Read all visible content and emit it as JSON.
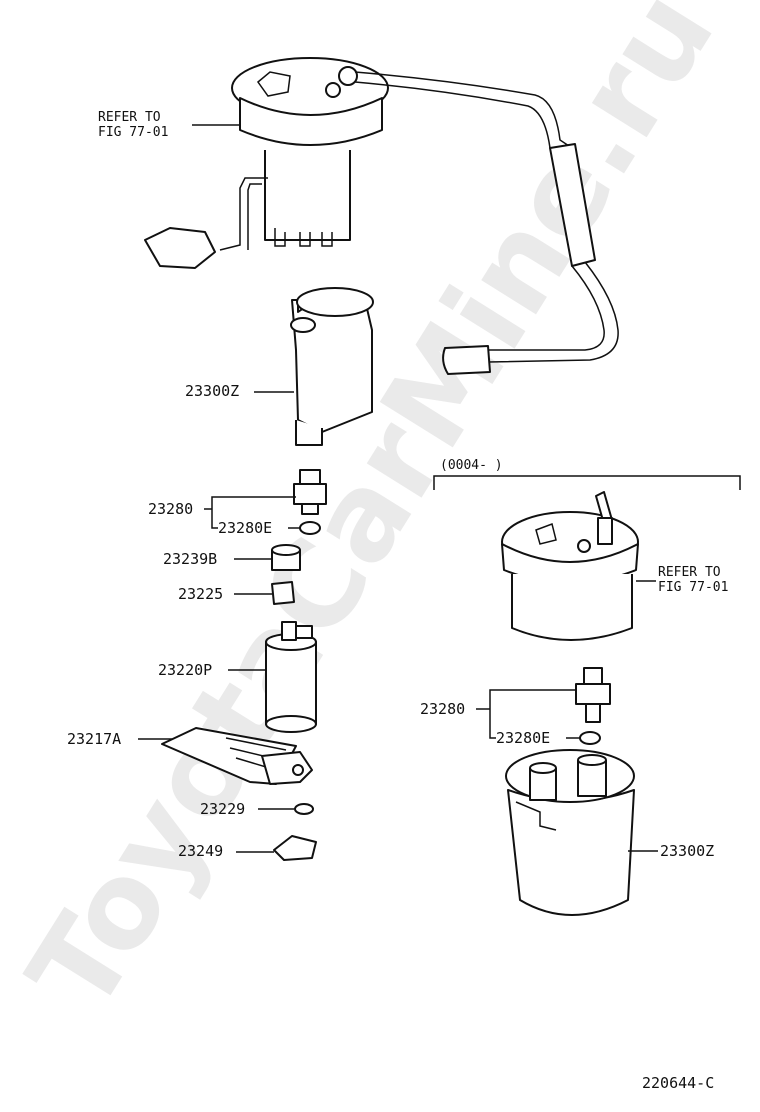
{
  "watermark": "ToyotaCarMine.ru",
  "refer_upper": [
    "REFER TO",
    "FIG 77-01"
  ],
  "refer_lower": [
    "REFER TO",
    "FIG 77-01"
  ],
  "date_range": "(0004-          )",
  "parts": {
    "p23300Z_left": "23300Z",
    "p23280_left": "23280",
    "p23280E_left": "23280E",
    "p23239B": "23239B",
    "p23225": "23225",
    "p23220P": "23220P",
    "p23217A": "23217A",
    "p23229": "23229",
    "p23249": "23249",
    "p23280_right": "23280",
    "p23280E_right": "23280E",
    "p23300Z_right": "23300Z"
  },
  "figure_code": "220644-C"
}
